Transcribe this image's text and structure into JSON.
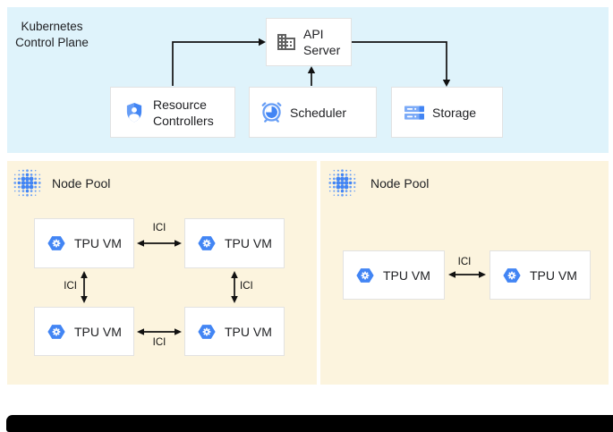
{
  "control_plane": {
    "title": "Kubernetes Control Plane",
    "api_server": {
      "label": "API Server"
    },
    "resource_controllers": {
      "label": "Resource Controllers"
    },
    "scheduler": {
      "label": "Scheduler"
    },
    "storage": {
      "label": "Storage"
    }
  },
  "node_pool_left": {
    "title": "Node Pool",
    "vm1": "TPU VM",
    "vm2": "TPU VM",
    "vm3": "TPU VM",
    "vm4": "TPU VM",
    "ici_top": "ICI",
    "ici_left": "ICI",
    "ici_right": "ICI",
    "ici_bottom": "ICI"
  },
  "node_pool_right": {
    "title": "Node Pool",
    "vm1": "TPU VM",
    "vm2": "TPU VM",
    "ici": "ICI"
  },
  "icons": {
    "api_server": "building-icon",
    "resource_controllers": "shield-user-icon",
    "scheduler": "alarm-clock-pie-icon",
    "storage": "storage-disks-icon",
    "node_pool": "dot-cluster-icon",
    "tpu_vm": "hexagon-gear-icon"
  },
  "colors": {
    "control_plane_bg": "#DFF3FB",
    "node_pool_bg": "#FCF4DE",
    "accent_blue": "#4285F4",
    "accent_blue_light": "#669DF6",
    "icon_gray": "#616161",
    "arrow": "#111111"
  }
}
